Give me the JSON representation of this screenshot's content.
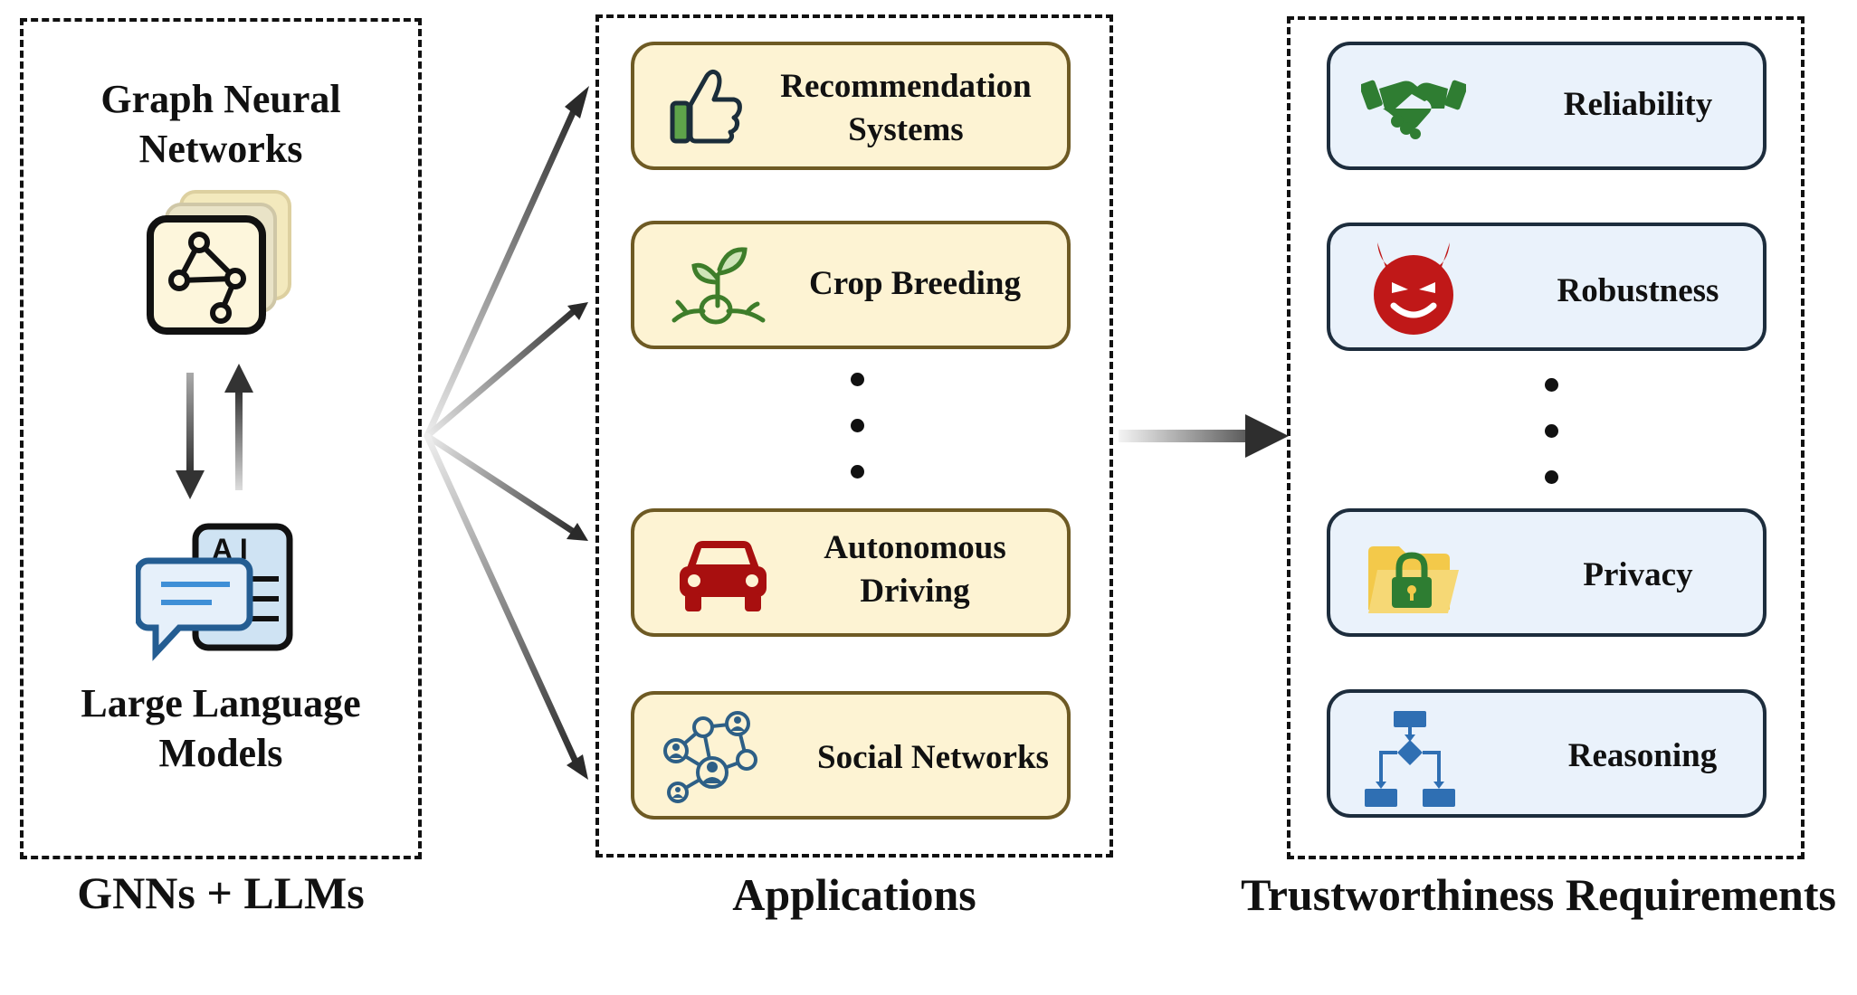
{
  "gnn_llm": {
    "gnn_label_line1": "Graph Neural",
    "gnn_label_line2": "Networks",
    "ai_icon_text": "A I",
    "llm_label_line1": "Large Language",
    "llm_label_line2": "Models",
    "caption": "GNNs + LLMs"
  },
  "applications": {
    "caption": "Applications",
    "items": [
      {
        "label_line1": "Recommendation",
        "label_line2": "Systems",
        "icon": "thumbs-up-icon"
      },
      {
        "label_line1": "Crop Breeding",
        "label_line2": "",
        "icon": "seedling-icon"
      },
      {
        "label_line1": "Autonomous",
        "label_line2": "Driving",
        "icon": "car-icon"
      },
      {
        "label_line1": "Social Networks",
        "label_line2": "",
        "icon": "social-network-icon"
      }
    ]
  },
  "trustworthiness": {
    "caption": "Trustworthiness Requirements",
    "items": [
      {
        "label": "Reliability",
        "icon": "handshake-icon"
      },
      {
        "label": "Robustness",
        "icon": "devil-icon"
      },
      {
        "label": "Privacy",
        "icon": "locked-folder-icon"
      },
      {
        "label": "Reasoning",
        "icon": "flowchart-icon"
      }
    ]
  },
  "colors": {
    "app_card_fill": "#fdf3d3",
    "app_card_border": "#6e5a24",
    "trust_card_fill": "#eaf2fb",
    "trust_card_border": "#1d2d3d",
    "thumb_green": "#5ea34a",
    "seedling_green": "#3e7d2a",
    "car_red": "#a80f0f",
    "network_blue": "#2d5f86",
    "handshake_green": "#2f7d32",
    "devil_red": "#c01818",
    "folder_yellow": "#f3c94a",
    "flow_blue": "#2f6fb3"
  }
}
